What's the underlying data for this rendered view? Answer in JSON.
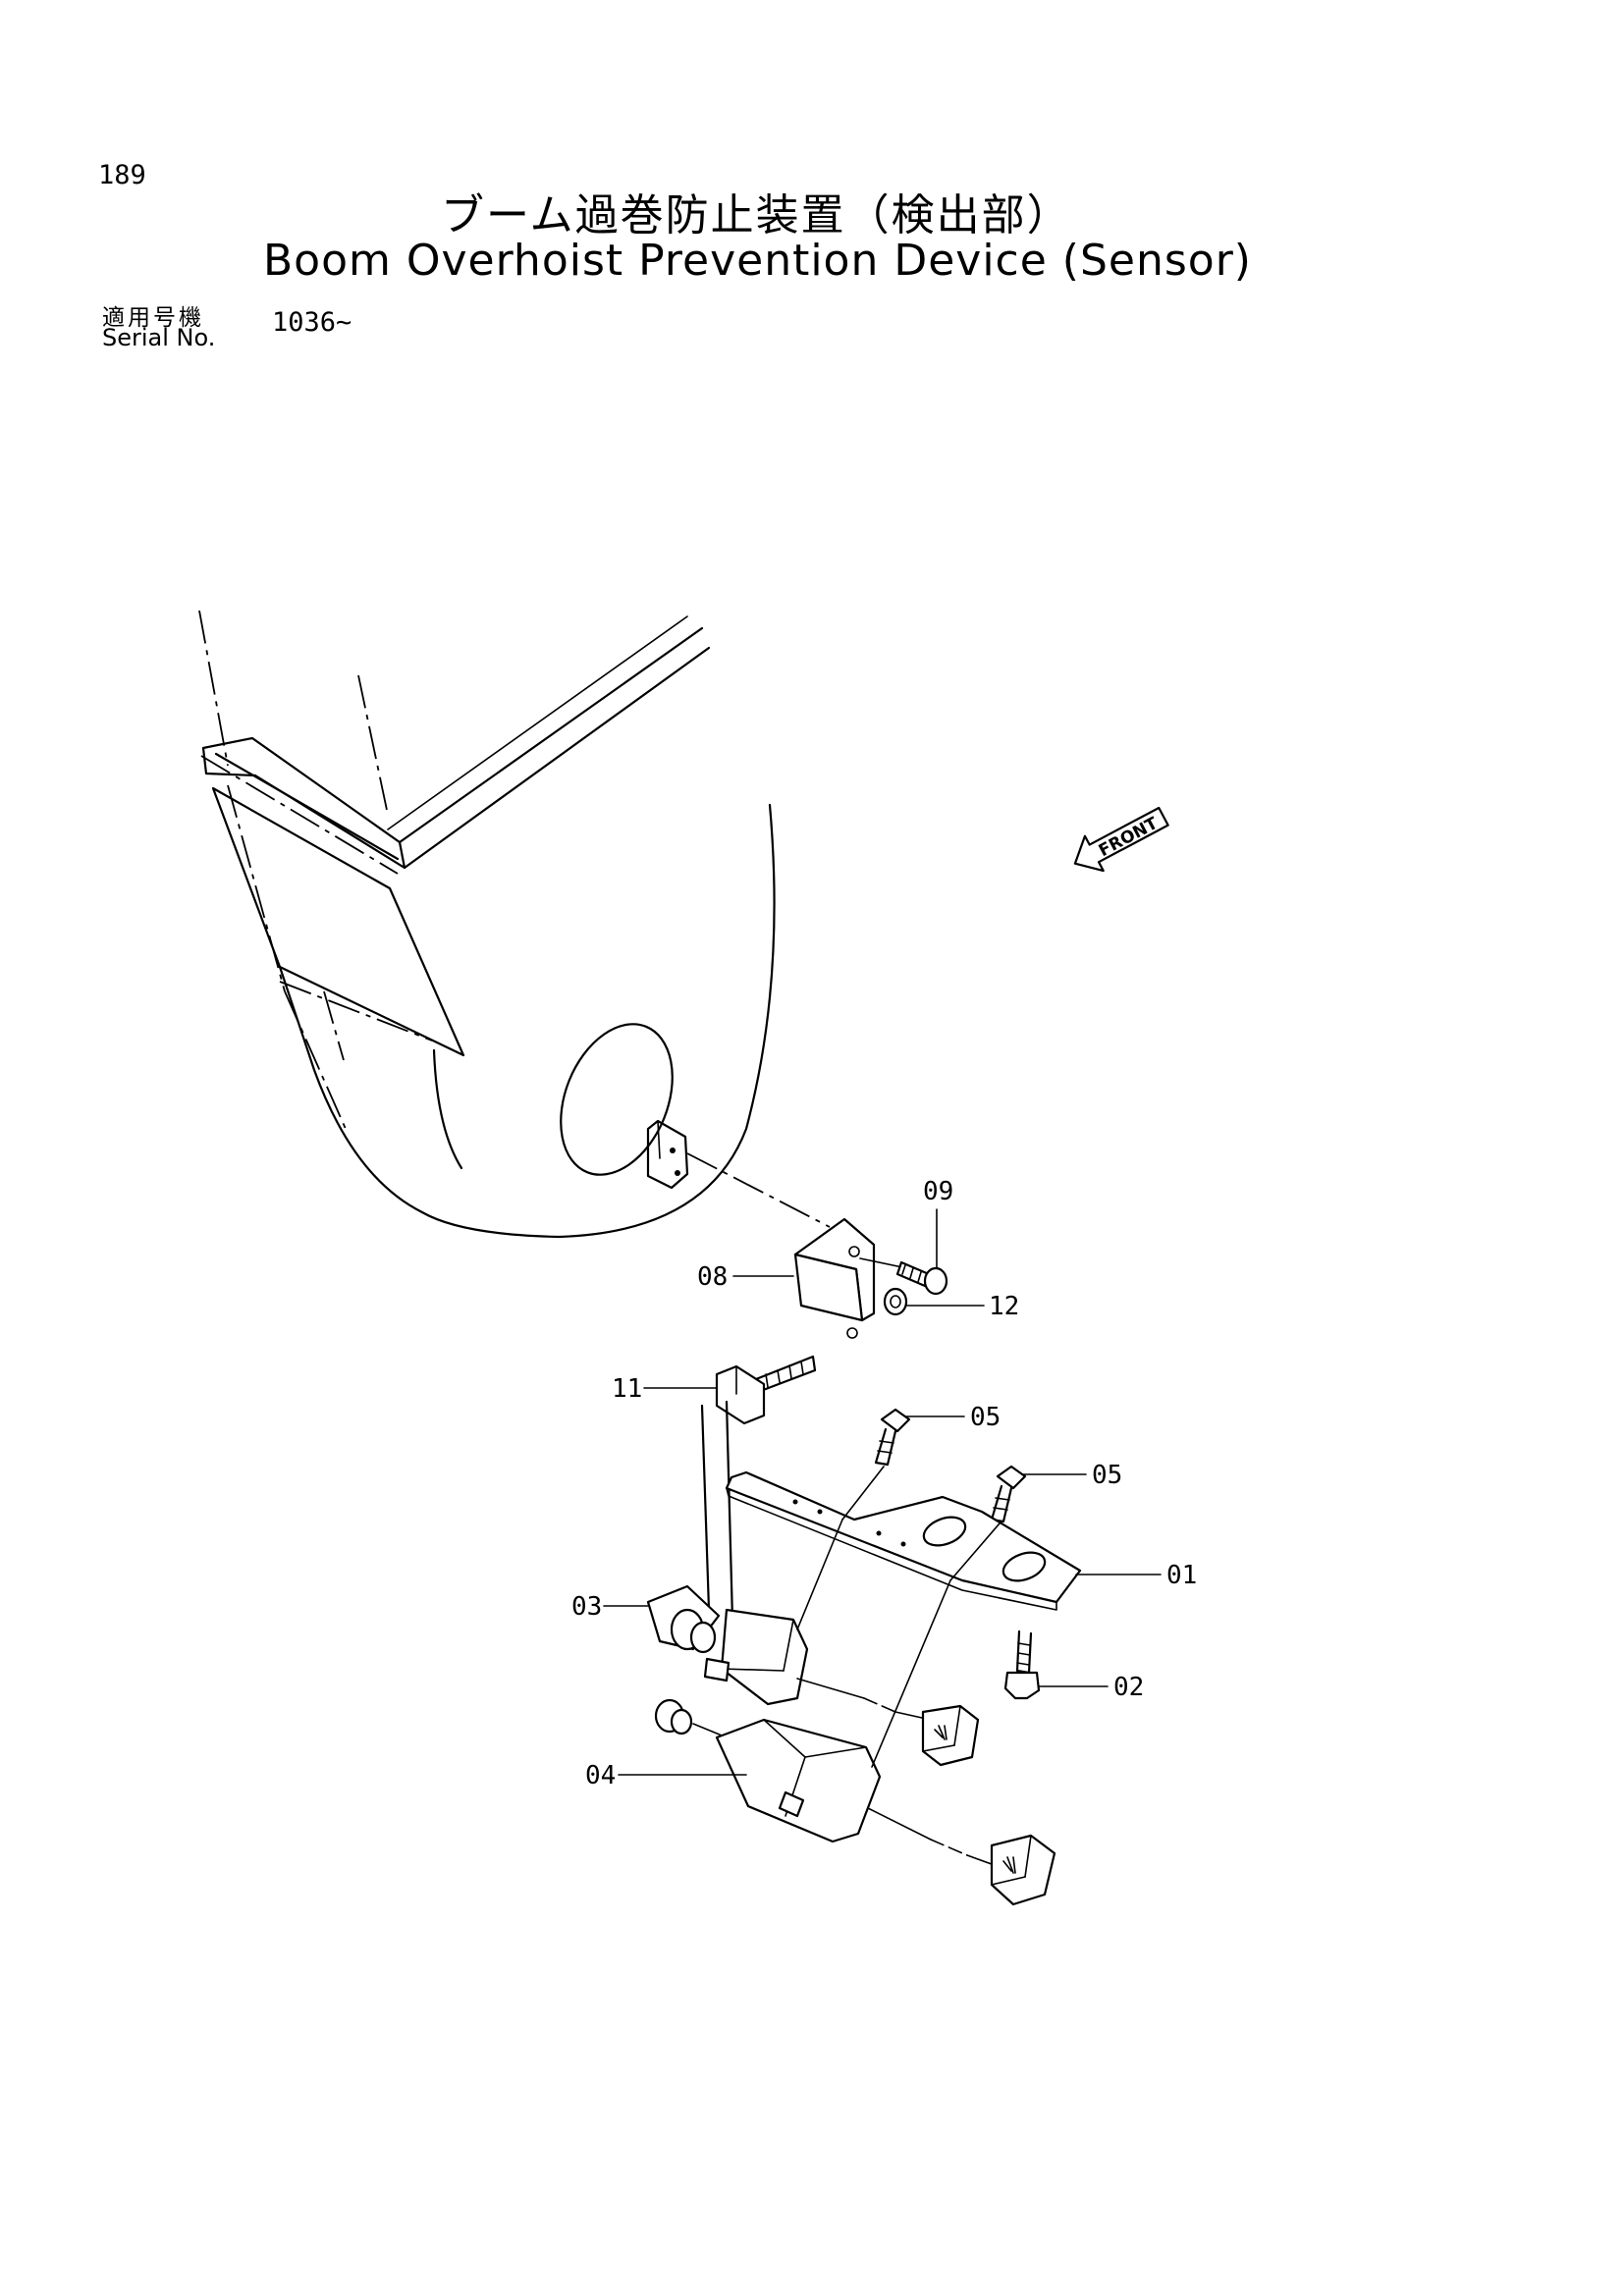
{
  "header": {
    "page_number": "189",
    "title_jp": "ブーム過巻防止装置（検出部）",
    "title_en": "Boom Overhoist Prevention Device (Sensor)",
    "serial_label_jp": "適用号機",
    "serial_label_en": "Serial No.",
    "serial_value": "1036~"
  },
  "diagram": {
    "front_label": "FRONT",
    "callouts": [
      "09",
      "08",
      "12",
      "11",
      "05",
      "05",
      "01",
      "03",
      "02",
      "04"
    ]
  }
}
